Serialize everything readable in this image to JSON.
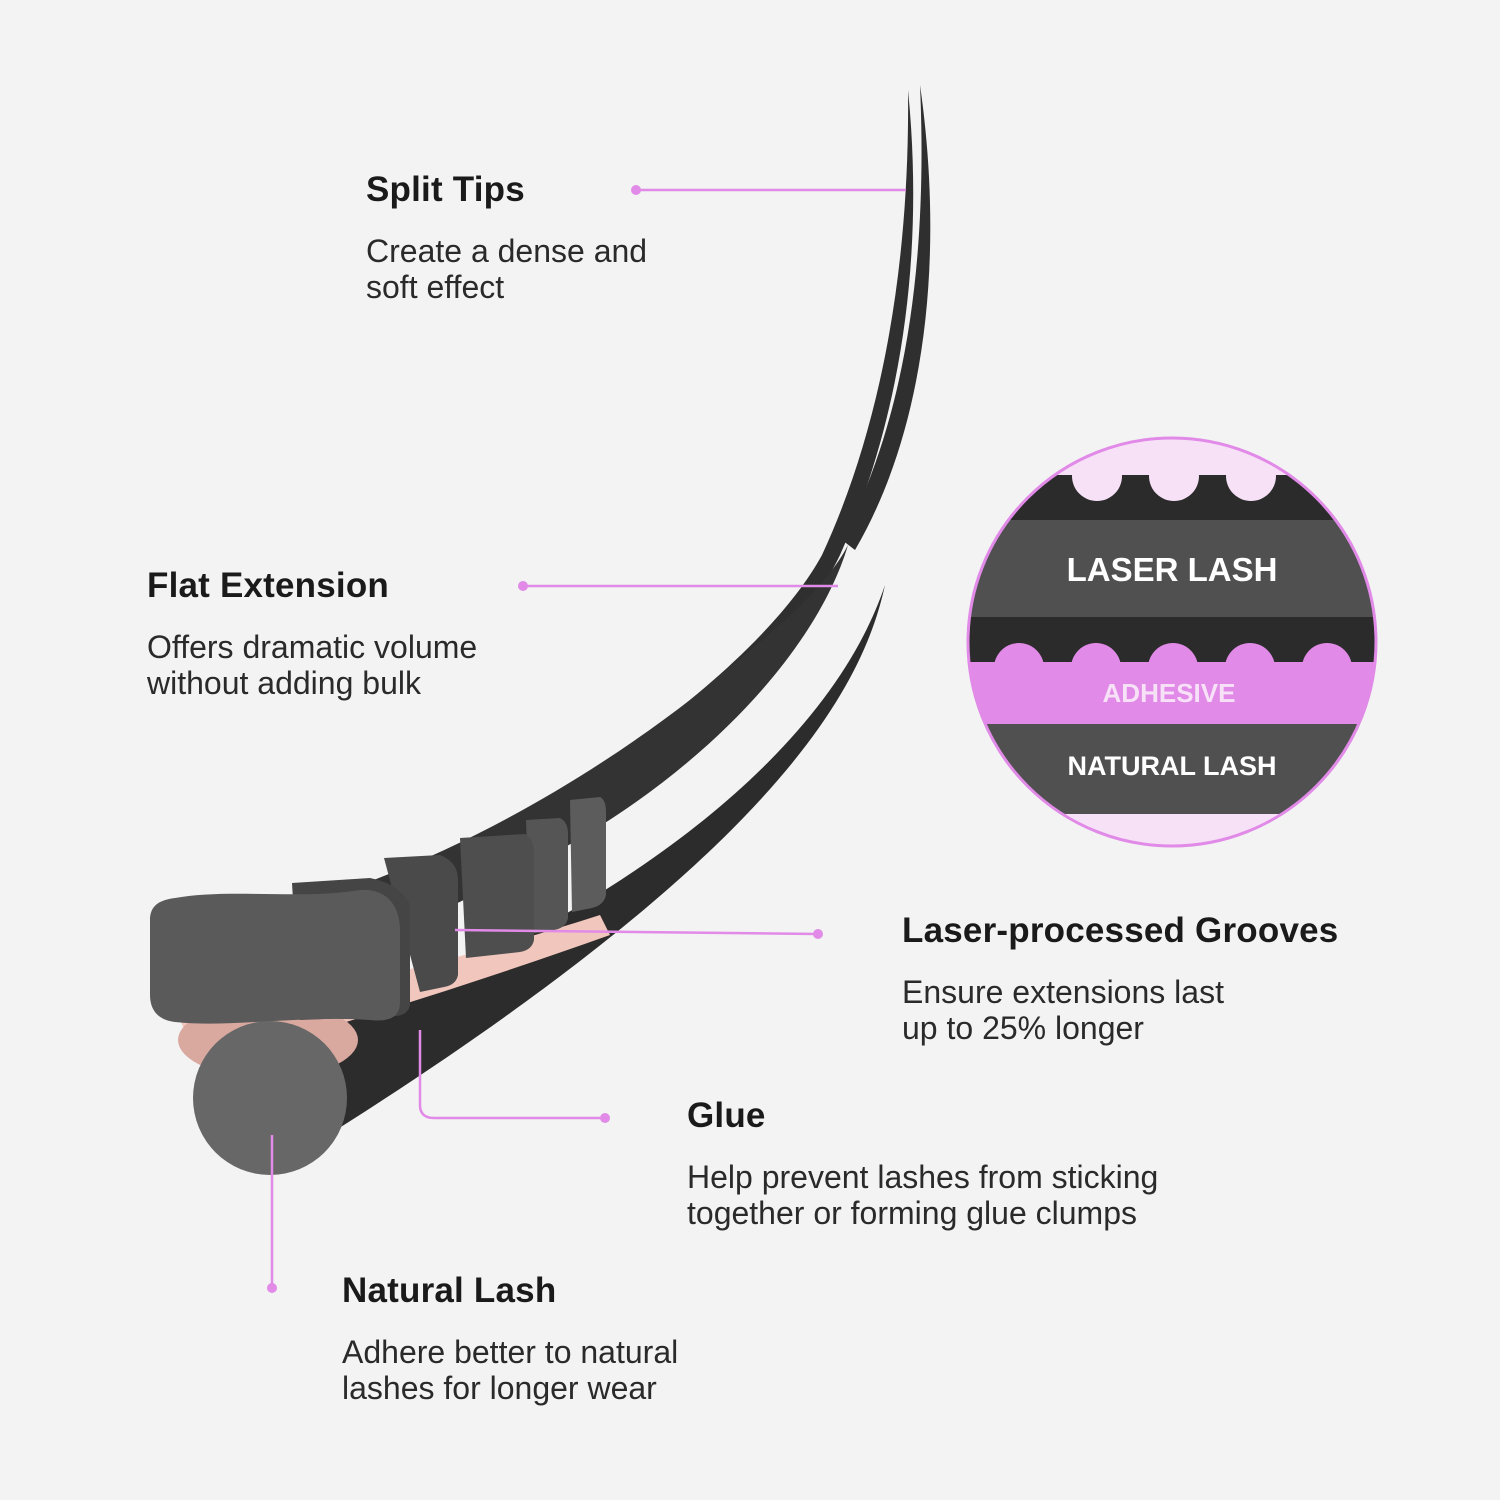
{
  "callouts": [
    {
      "id": "split-tips",
      "title": "Split Tips",
      "desc": "Create a dense and\nsoft effect"
    },
    {
      "id": "flat-extension",
      "title": "Flat Extension",
      "desc": "Offers dramatic volume\nwithout adding bulk"
    },
    {
      "id": "laser-grooves",
      "title": "Laser-processed Grooves",
      "desc": "Ensure extensions last\nup to 25% longer"
    },
    {
      "id": "glue",
      "title": "Glue",
      "desc": "Help prevent lashes from sticking\ntogether or forming glue clumps"
    },
    {
      "id": "natural-lash",
      "title": "Natural Lash",
      "desc": "Adhere better to natural\nlashes for longer wear"
    }
  ],
  "inset": {
    "laser_lash": "LASER LASH",
    "adhesive": "ADHESIVE",
    "natural_lash": "NATURAL LASH"
  },
  "colors": {
    "background": "#f3f3f3",
    "accent": "#e18ae8",
    "accent_pale": "#f7e1f7",
    "lash_dark": "#2f2f2f",
    "lash_gray": "#555555",
    "natural_lash_gray": "#676767",
    "glue_pink": "#f1c7bd"
  }
}
